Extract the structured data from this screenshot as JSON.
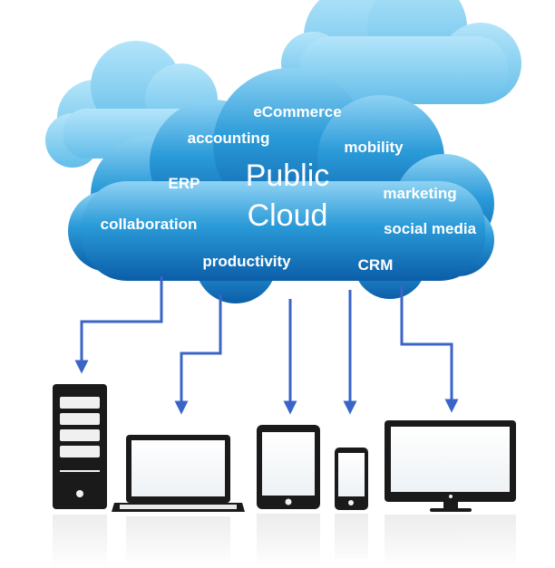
{
  "diagram": {
    "center_title": [
      "Public",
      "Cloud"
    ],
    "services": {
      "ecommerce": "eCommerce",
      "accounting": "accounting",
      "mobility": "mobility",
      "erp": "ERP",
      "marketing": "marketing",
      "collaboration": "collaboration",
      "social_media": "social media",
      "productivity": "productivity",
      "crm": "CRM"
    },
    "devices": [
      "server",
      "laptop",
      "tablet",
      "smartphone",
      "desktop-monitor"
    ],
    "colors": {
      "cloud_light": "#8fd3f4",
      "cloud_main": "#2a9ad8",
      "cloud_dark": "#0b5ea8",
      "arrow": "#3a64c8",
      "device": "#1a1a1a"
    }
  }
}
